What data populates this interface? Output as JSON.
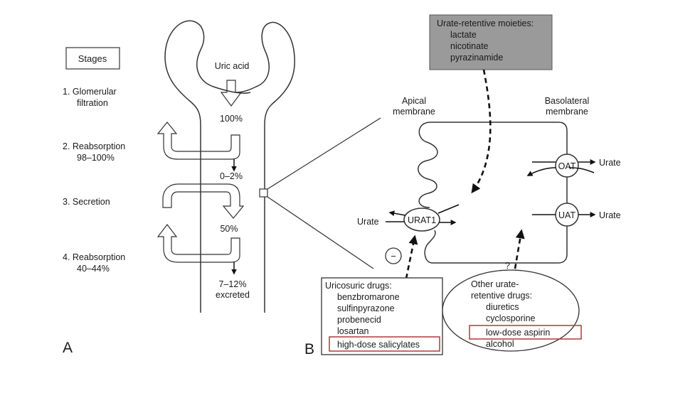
{
  "panel_a": {
    "label": "A",
    "stages_header": "Stages",
    "stages": [
      {
        "line1": "1.  Glomerular",
        "line2": "filtration"
      },
      {
        "line1": "2.  Reabsorption",
        "line2": "98–100%"
      },
      {
        "line1": "3.  Secretion",
        "line2": ""
      },
      {
        "line1": "4.  Reabsorption",
        "line2": "40–44%"
      }
    ],
    "nephron": {
      "glomerulus_label": "Uric acid",
      "filtered": "100%",
      "after_reabsorption": "0–2%",
      "after_secretion": "50%",
      "excreted_line1": "7–12%",
      "excreted_line2": "excreted"
    }
  },
  "panel_b": {
    "label": "B",
    "apical_label_line1": "Apical",
    "apical_label_line2": "membrane",
    "basolateral_label_line1": "Basolateral",
    "basolateral_label_line2": "membrane",
    "transporters": {
      "urat1": "URAT1",
      "oat": "OAT",
      "uat": "UAT"
    },
    "urate_label": "Urate",
    "inhibition_symbol": "−",
    "question_mark": "?",
    "retentive_moieties": {
      "title": "Urate-retentive moieties:",
      "items": [
        "lactate",
        "nicotinate",
        "pyrazinamide"
      ]
    },
    "uricosuric_drugs": {
      "title": "Uricosuric drugs:",
      "items": [
        "benzbromarone",
        "sulfinpyrazone",
        "probenecid",
        "losartan",
        "high-dose salicylates"
      ],
      "highlighted": "high-dose salicylates"
    },
    "other_retentive_drugs": {
      "title_line1": "Other urate-",
      "title_line2": "retentive drugs:",
      "items": [
        "diuretics",
        "cyclosporine",
        "low-dose aspirin",
        "alcohol"
      ],
      "highlighted": "low-dose aspirin"
    }
  },
  "colors": {
    "highlight": "#b0383a",
    "moieties_box": "#9a9a9a"
  }
}
